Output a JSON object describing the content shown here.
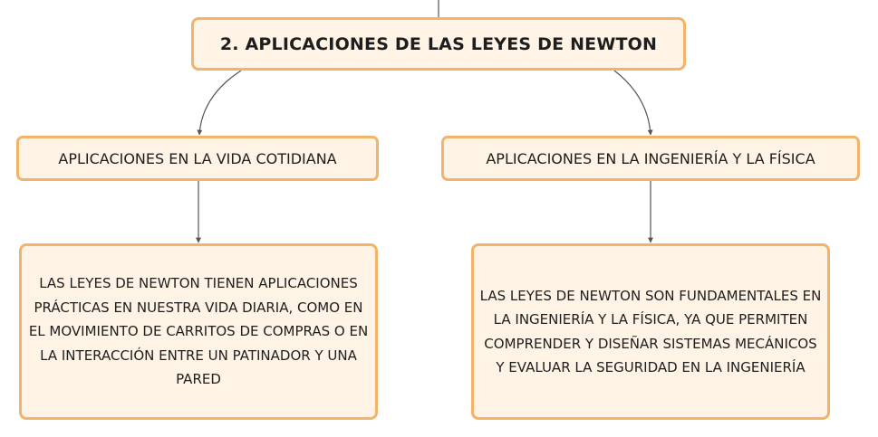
{
  "root": {
    "label": "2. APLICACIONES DE LAS LEYES DE NEWTON"
  },
  "branches": [
    {
      "label": "APLICACIONES EN LA VIDA COTIDIANA",
      "detail": "LAS LEYES DE NEWTON TIENEN APLICACIONES PRÁCTICAS EN NUESTRA VIDA DIARIA, COMO EN EL MOVIMIENTO DE CARRITOS DE COMPRAS O EN LA INTERACCIÓN ENTRE UN PATINADOR Y UNA PARED"
    },
    {
      "label": "APLICACIONES EN LA INGENIERÍA Y LA FÍSICA",
      "detail": "LAS LEYES DE NEWTON SON FUNDAMENTALES EN LA INGENIERÍA Y LA FÍSICA, YA QUE PERMITEN COMPRENDER Y DISEÑAR SISTEMAS MECÁNICOS Y EVALUAR LA SEGURIDAD EN LA INGENIERÍA"
    }
  ],
  "colors": {
    "node_fill": "#fff3e6",
    "node_border": "#f2b36b",
    "connector": "#555555",
    "text": "#1e1e1e"
  }
}
